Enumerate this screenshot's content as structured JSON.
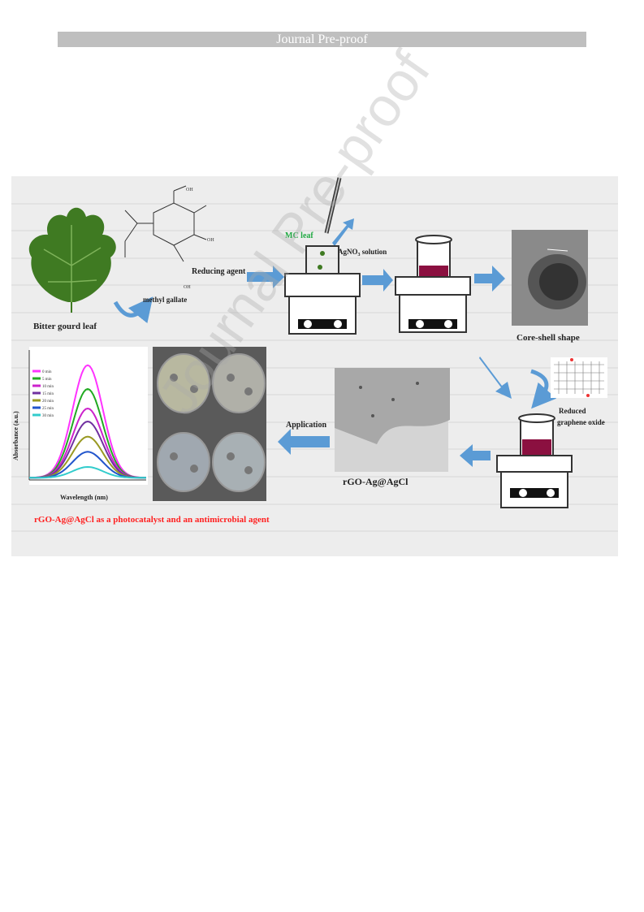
{
  "header": {
    "title": "Journal Pre-proof"
  },
  "watermark": "Journal Pre-proof",
  "figure": {
    "labels": {
      "leaf": "Bitter gourd leaf",
      "methyl_gallate": "methyl gallate",
      "reducing_agent": "Reducing agent",
      "mc_leaf": "MC leaf",
      "agno3": "AgNO",
      "agno3_sub": "3",
      "agno3_tail": " solution",
      "core_shell": "Core-shell shape",
      "rgo_1": "Reduced",
      "rgo_2": "graphene oxide",
      "product": "rGO-Ag@AgCl",
      "application": "Application",
      "caption": "rGO-Ag@AgCl as a photocatalyst and an antimicrobial agent",
      "oh1": "OH",
      "oh2": "OH",
      "oh3": "OH"
    },
    "colors": {
      "arrow": "#5b9bd5",
      "solution": "#8b1040",
      "leaf": "#3f7a22",
      "caption": "#ff2020",
      "mc_leaf": "#22aa44"
    }
  },
  "chart_data": {
    "type": "line",
    "xlabel": "Wavelength (nm)",
    "ylabel": "Absorbance (a.u.)",
    "ylim": [
      0,
      3
    ],
    "xlim": [
      300,
      900
    ],
    "series": [
      {
        "name": "0 min",
        "color": "#ff33ff",
        "peak": 2.6
      },
      {
        "name": "5 min",
        "color": "#22aa22",
        "peak": 2.05
      },
      {
        "name": "10 min",
        "color": "#cc22cc",
        "peak": 1.6
      },
      {
        "name": "15 min",
        "color": "#7030a0",
        "peak": 1.3
      },
      {
        "name": "20 min",
        "color": "#999922",
        "peak": 0.95
      },
      {
        "name": "25 min",
        "color": "#2255cc",
        "peak": 0.6
      },
      {
        "name": "30 min",
        "color": "#33cccc",
        "peak": 0.25
      }
    ]
  }
}
